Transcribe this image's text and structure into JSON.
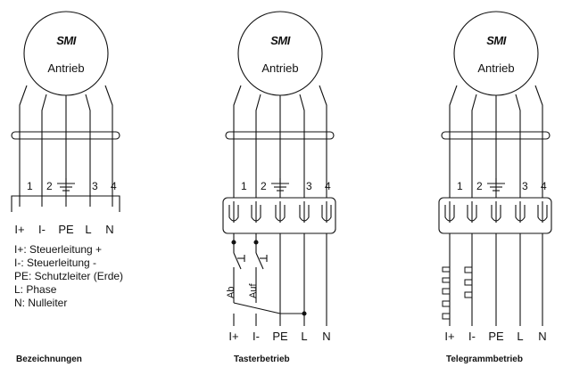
{
  "panels": [
    {
      "id": "bezeichnungen",
      "logo": "SMI",
      "motor_label": "Antrieb",
      "terminals": [
        "1",
        "2",
        "3",
        "4"
      ],
      "bottom_labels": [
        "I+",
        "I-",
        "PE",
        "L",
        "N"
      ],
      "caption": "Bezeichnungen"
    },
    {
      "id": "tasterbetrieb",
      "logo": "SMI",
      "motor_label": "Antrieb",
      "terminals": [
        "1",
        "2",
        "3",
        "4"
      ],
      "bottom_labels": [
        "I+",
        "I-",
        "PE",
        "L",
        "N"
      ],
      "switch_labels": [
        "Ab",
        "Auf"
      ],
      "caption": "Tasterbetrieb"
    },
    {
      "id": "telegrammbetrieb",
      "logo": "SMI",
      "motor_label": "Antrieb",
      "terminals": [
        "1",
        "2",
        "3",
        "4"
      ],
      "bottom_labels": [
        "I+",
        "I-",
        "PE",
        "L",
        "N"
      ],
      "caption": "Telegrammbetrieb"
    }
  ],
  "legend": [
    "I+: Steuerleitung +",
    "I-: Steuerleitung -",
    "PE: Schutzleiter (Erde)",
    "L: Phase",
    "N: Nulleiter"
  ]
}
